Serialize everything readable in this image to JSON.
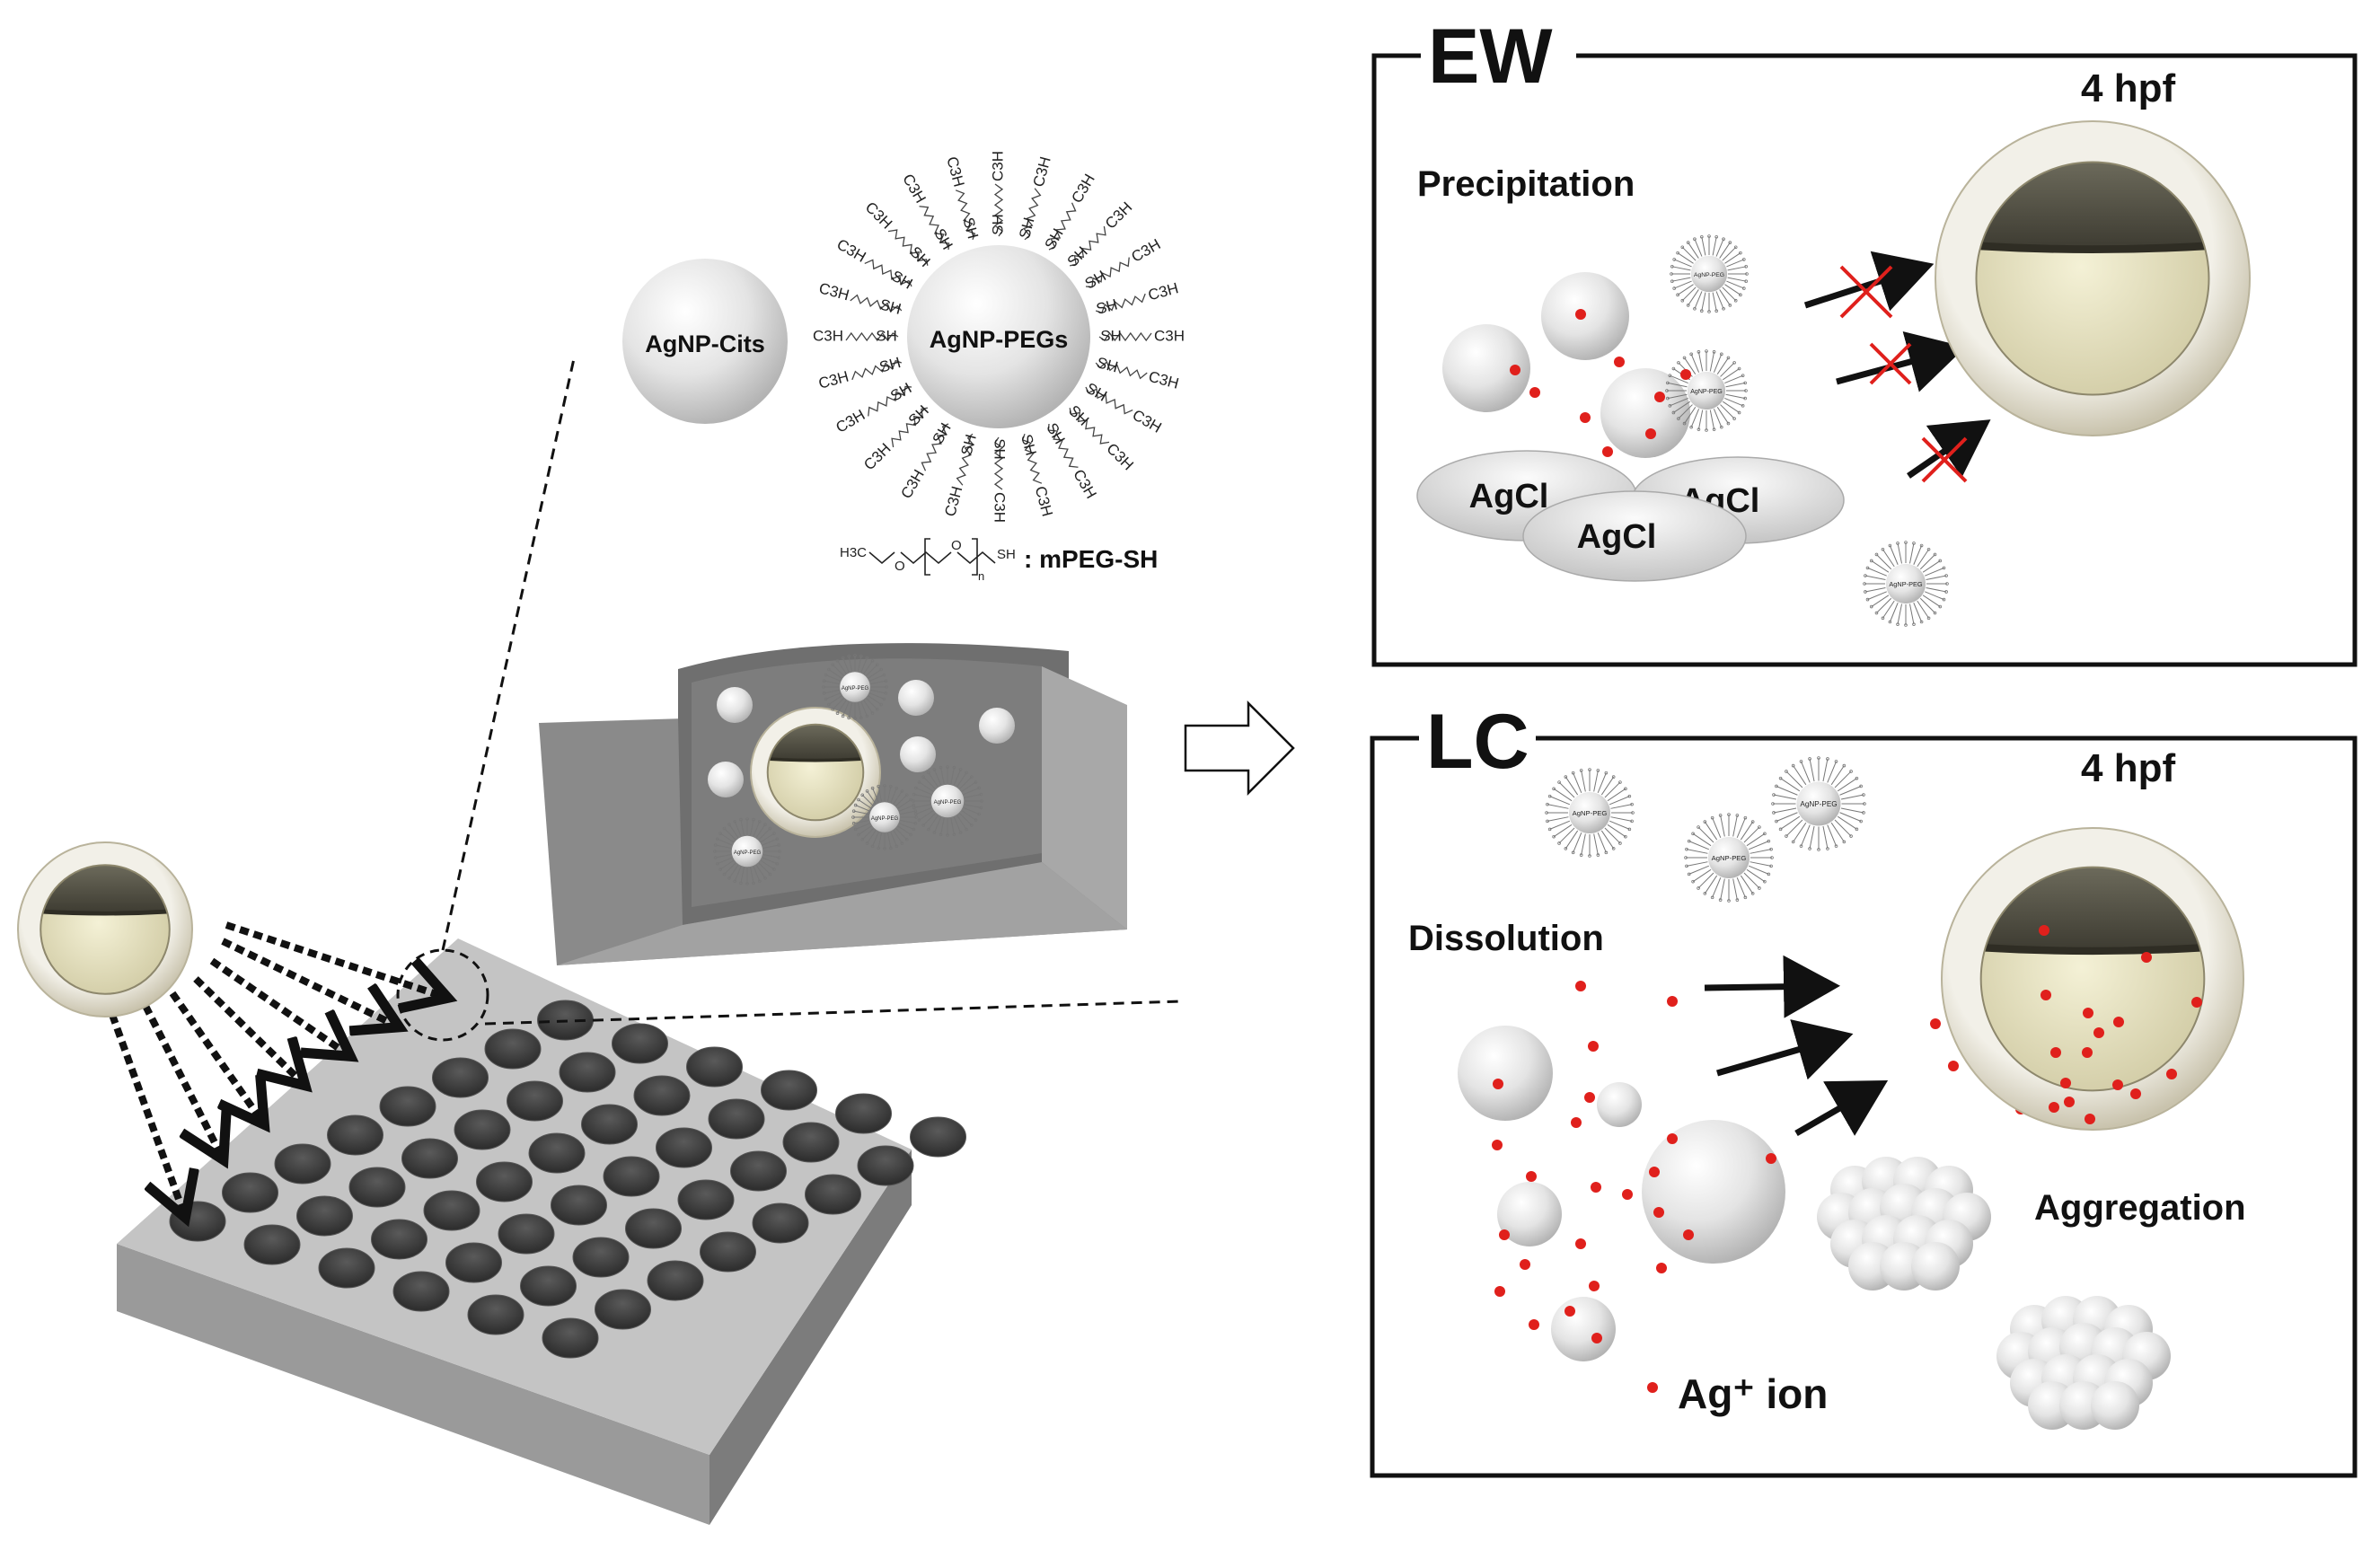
{
  "colors": {
    "ion": "#e0201c",
    "frame": "#111111",
    "plate": "#8c8c8c",
    "well": "#4a4a4a",
    "particle": "#d9d9d9",
    "embryo_chorion": "#ece9df",
    "embryo_yolk": "#e6e2c0"
  },
  "icons": [
    "embryo-icon",
    "well-plate-icon",
    "dashed-arrow-icon",
    "hollow-arrow-icon",
    "blocked-arrow-icon",
    "cross-icon"
  ],
  "left": {
    "particle_cit_label": "AgNP-Cits",
    "particle_peg_label": "AgNP-PEGs",
    "peg_ligand": "C3H",
    "peg_thiol": "SH",
    "mpeg_formula_h3c": "H3C",
    "mpeg_formula_o": "O",
    "mpeg_formula_n": "n",
    "mpeg_formula_sh": "SH",
    "mpeg_name": ": mPEG-SH",
    "small_peg_label": "AgNP-PEG"
  },
  "ew": {
    "title": "EW",
    "time": "4 hpf",
    "process": "Precipitation",
    "agcl_labels": [
      "AgCl",
      "AgCl",
      "AgCl"
    ]
  },
  "lc": {
    "title": "LC",
    "time": "4 hpf",
    "process_dissolution": "Dissolution",
    "process_aggregation": "Aggregation",
    "ion_legend": "Ag⁺ ion"
  }
}
